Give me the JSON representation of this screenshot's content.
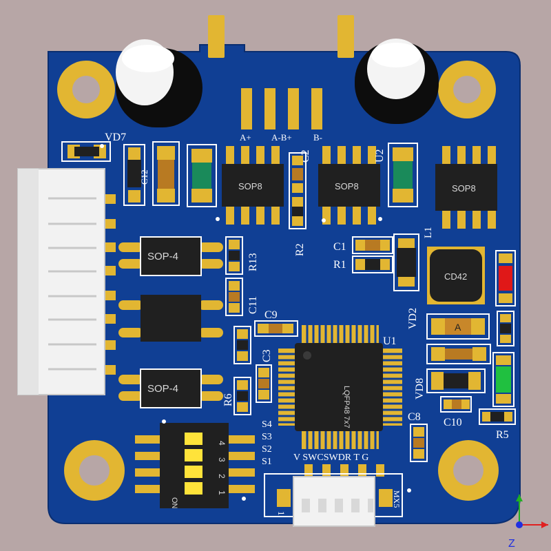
{
  "colors": {
    "background": "#b7a6a6",
    "board": "#103f94",
    "pad": "#e2b632",
    "silkscreen": "#ffffff",
    "chip": "#202020",
    "connector": "#f2f2f2",
    "led_red": "#e01818",
    "led_green": "#20c040",
    "axis_x": "#e02020",
    "axis_y": "#20b020",
    "axis_z": "#2030e0"
  },
  "labels": {
    "vd7": "VD7",
    "a_plus": "A+",
    "a_minus_b_plus": "A-B+",
    "b_minus": "B-",
    "c2": "C2",
    "u2": "U2",
    "r2": "R2",
    "c1": "C1",
    "r1": "R1",
    "l1": "L1",
    "r13": "R13",
    "c11": "C11",
    "c9": "C9",
    "c3": "C3",
    "r6": "R6",
    "u1": "U1",
    "vd2": "VD2",
    "vd8": "VD8",
    "c8": "C8",
    "c10": "C10",
    "r5": "R5",
    "s4": "S4",
    "s3": "S3",
    "s2": "S2",
    "s1": "S1",
    "header_pins": "V SWCSWDR T G",
    "conn_pin1": "1",
    "conn_pin5": "5"
  },
  "chips": {
    "sop8_a": "SOP8",
    "sop8_b": "SOP8",
    "sop8_c": "SOP8",
    "sop4_top": "SOP-4",
    "sop4_bottom": "SOP-4",
    "inductor": "CD42",
    "qfp": "LQFP48 7x7",
    "diode_a": "A"
  },
  "dip_switch": {
    "on_label": "ON",
    "numbers": [
      "1",
      "2",
      "3",
      "4"
    ]
  },
  "axis": {
    "z_label": "Z"
  }
}
